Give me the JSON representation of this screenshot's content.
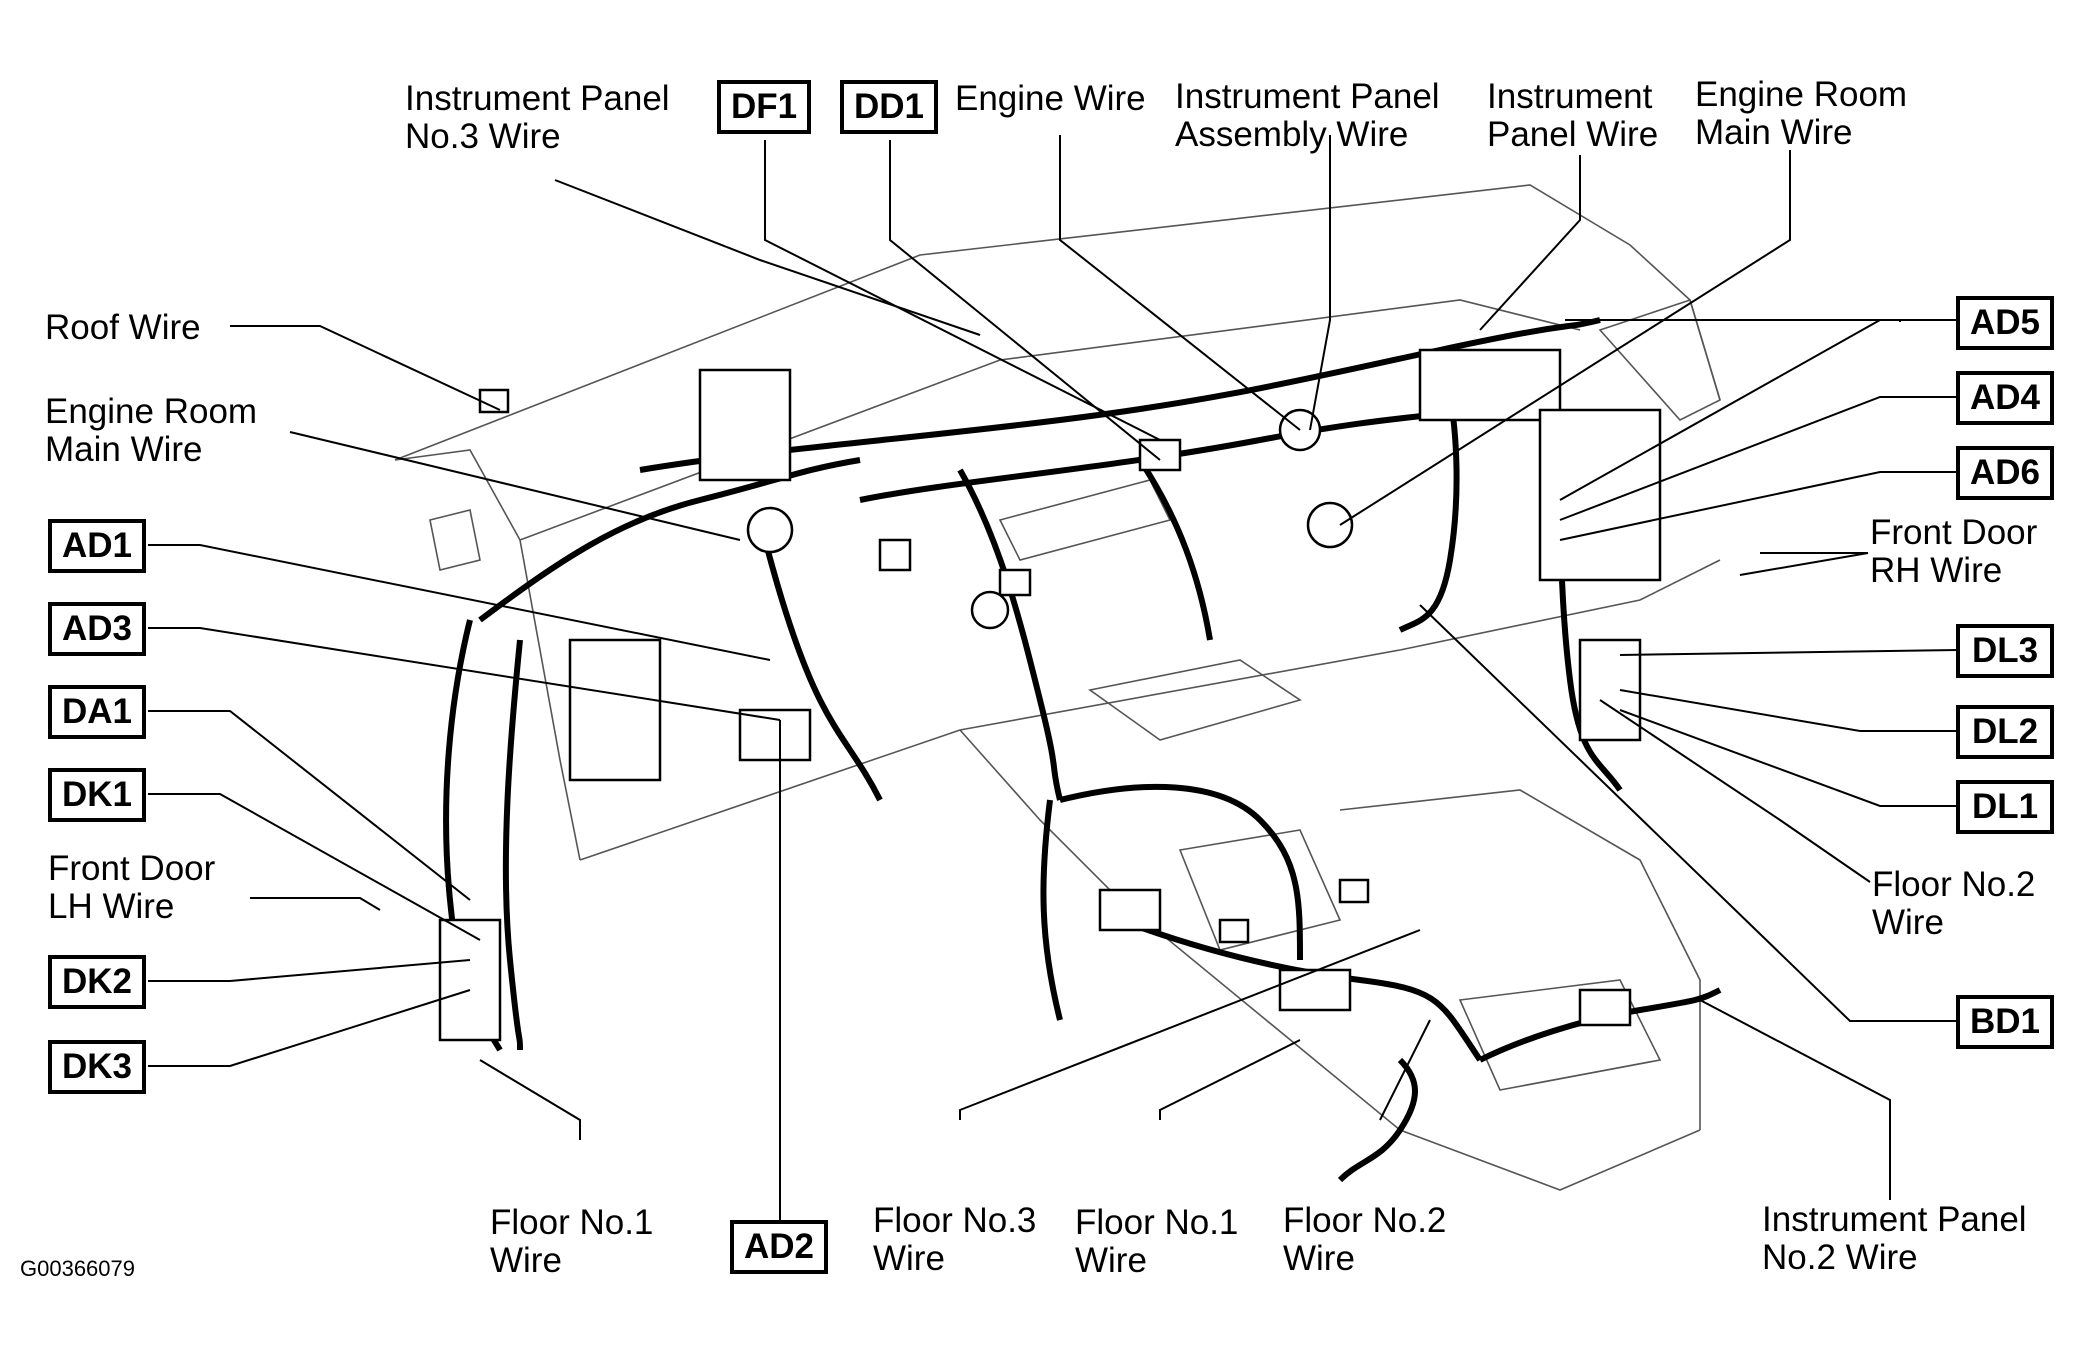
{
  "figure_code": "G00366079",
  "wire_labels": {
    "ip3_l1": "Instrument Panel",
    "ip3_l2": "No.3 Wire",
    "engine_wire": "Engine Wire",
    "ipa_l1": "Instrument Panel",
    "ipa_l2": "Assembly Wire",
    "ip_l1": "Instrument",
    "ip_l2": "Panel Wire",
    "erm_r1": "Engine Room",
    "erm_r2": "Main Wire",
    "roof": "Roof Wire",
    "erm_l1": "Engine Room",
    "erm_l2": "Main Wire",
    "fdrh_l1": "Front Door",
    "fdrh_l2": "RH Wire",
    "fdlh_l1": "Front Door",
    "fdlh_l2": "LH Wire",
    "f2r_l1": "Floor No.2",
    "f2r_l2": "Wire",
    "f1a_l1": "Floor No.1",
    "f1a_l2": "Wire",
    "f3_l1": "Floor No.3",
    "f3_l2": "Wire",
    "f1b_l1": "Floor No.1",
    "f1b_l2": "Wire",
    "f2b_l1": "Floor No.2",
    "f2b_l2": "Wire",
    "ip2_l1": "Instrument Panel",
    "ip2_l2": "No.2 Wire"
  },
  "connectors": {
    "DF1": "DF1",
    "DD1": "DD1",
    "AD5": "AD5",
    "AD4": "AD4",
    "AD6": "AD6",
    "AD1": "AD1",
    "AD3": "AD3",
    "DA1": "DA1",
    "DK1": "DK1",
    "DK2": "DK2",
    "DK3": "DK3",
    "DL3": "DL3",
    "DL2": "DL2",
    "DL1": "DL1",
    "BD1": "BD1",
    "AD2": "AD2"
  }
}
